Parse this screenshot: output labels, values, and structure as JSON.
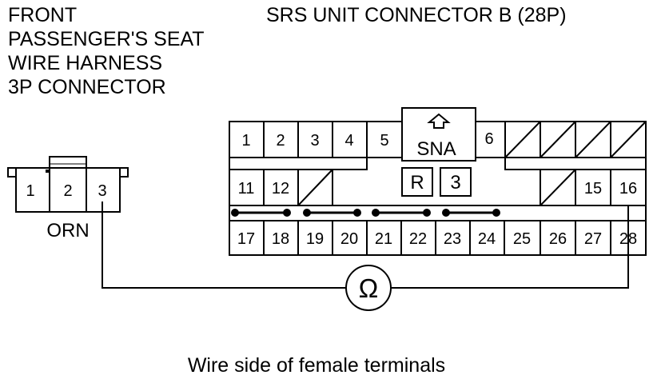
{
  "left_title_lines": [
    "FRONT",
    "PASSENGER'S SEAT",
    "WIRE HARNESS",
    "3P CONNECTOR"
  ],
  "right_title": "SRS UNIT CONNECTOR B (28P)",
  "small_connector": {
    "pins": [
      "1",
      "2",
      "3"
    ],
    "wire_color": "ORN"
  },
  "srs_connector": {
    "row1_pins": [
      "1",
      "2",
      "3",
      "4",
      "5",
      "6"
    ],
    "center_label": "SNA",
    "center_boxes": [
      "R",
      "3"
    ],
    "row2_pins": [
      "11",
      "12",
      "15",
      "16"
    ],
    "row3_pins": [
      "17",
      "18",
      "19",
      "20",
      "21",
      "22",
      "23",
      "24",
      "25",
      "26",
      "27",
      "28"
    ]
  },
  "meter_symbol": "Ω",
  "caption": "Wire side of female terminals",
  "icons": {
    "lock_tab": "arrow-up-outline-icon",
    "meter": "ohmmeter-icon",
    "shorting_bar": "shorting-bar-icon"
  }
}
